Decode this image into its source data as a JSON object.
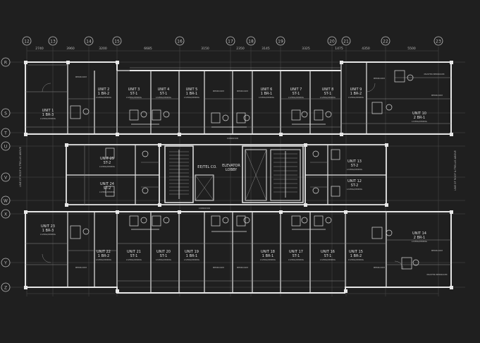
{
  "grid_columns": [
    "12",
    "13",
    "14",
    "15",
    "16",
    "17",
    "18",
    "19",
    "20",
    "21",
    "22",
    "23"
  ],
  "grid_rows": [
    "R",
    "S",
    "T",
    "U",
    "V",
    "W",
    "X",
    "Y",
    "Z"
  ],
  "dimensions_top": [
    "2740",
    "3960",
    "3200",
    "6685",
    "3150",
    "2350",
    "3145",
    "3325",
    "1475",
    "4350",
    "5500"
  ],
  "side_notes": [
    "LINE OF ROOF & TRELLIS ABOVE",
    "LINE OF ROOF & TRELLIS ABOVE"
  ],
  "core": {
    "elevator_lobby": [
      "ELEVATOR",
      "LOBBY"
    ],
    "ee_tel": "EE/TEL CO.",
    "corridor": "CORRIDOR"
  },
  "room_labels": {
    "bedroom": "BEDROOM",
    "master_bedroom": "MASTER BEDROOM",
    "living_dining": "LIVING/DINING",
    "toilet": "T&B",
    "kitchen": "KITCHEN"
  },
  "units": [
    {
      "name": "UNIT 1",
      "type": "1 BR-3"
    },
    {
      "name": "UNIT 2",
      "type": "1 BR-2"
    },
    {
      "name": "UNIT 3",
      "type": "ST-1"
    },
    {
      "name": "UNIT 4",
      "type": "ST-1"
    },
    {
      "name": "UNIT 5",
      "type": "1 BR-1"
    },
    {
      "name": "UNIT 6",
      "type": "1 BR-1"
    },
    {
      "name": "UNIT 7",
      "type": "ST-1"
    },
    {
      "name": "UNIT 8",
      "type": "ST-1"
    },
    {
      "name": "UNIT 9",
      "type": "1 BR-2"
    },
    {
      "name": "UNIT 10",
      "type": "2 BR-1"
    },
    {
      "name": "UNIT 12",
      "type": "ST-2"
    },
    {
      "name": "UNIT 13",
      "type": "ST-2"
    },
    {
      "name": "UNIT 14",
      "type": "2 BR-1"
    },
    {
      "name": "UNIT 15",
      "type": "1 BR-2"
    },
    {
      "name": "UNIT 16",
      "type": "ST-1"
    },
    {
      "name": "UNIT 17",
      "type": "ST-1"
    },
    {
      "name": "UNIT 18",
      "type": "1 BR-1"
    },
    {
      "name": "UNIT 19",
      "type": "1 BR-1"
    },
    {
      "name": "UNIT 20",
      "type": "ST-1"
    },
    {
      "name": "UNIT 21",
      "type": "ST-1"
    },
    {
      "name": "UNIT 22",
      "type": "1 BR-2"
    },
    {
      "name": "UNIT 23",
      "type": "1 BR-3"
    },
    {
      "name": "UNIT 24",
      "type": "ST-2"
    },
    {
      "name": "UNIT 25",
      "type": "ST-2"
    }
  ]
}
